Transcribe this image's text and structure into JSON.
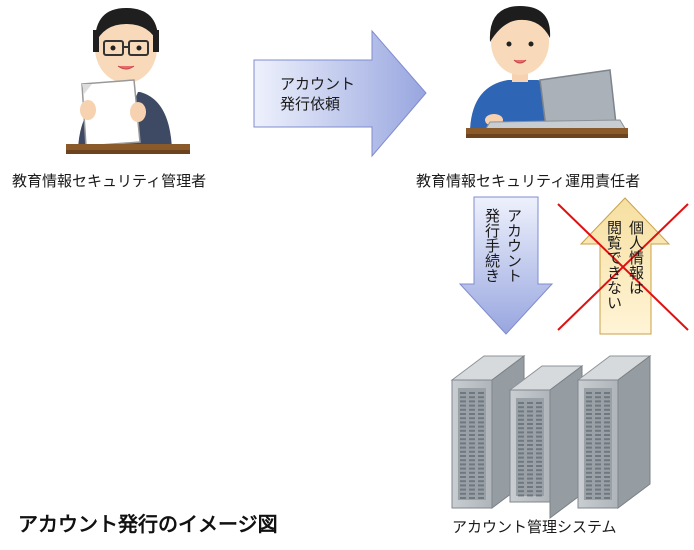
{
  "admin_label": "教育情報セキュリティ管理者",
  "operator_label": "教育情報セキュリティ運用責任者",
  "system_label": "アカウント管理システム",
  "request_arrow": {
    "line1": "アカウント",
    "line2": "発行依頼"
  },
  "procedure_arrow": {
    "col1": "アカウント",
    "col2": "発行手続き"
  },
  "no_view_arrow": {
    "col1": "個人情報は",
    "col2": "閲覧できない"
  },
  "diagram_title": "アカウント発行のイメージ図",
  "colors": {
    "arrow_blue_light": "#e8ecfa",
    "arrow_blue_dark": "#9aa8e0",
    "arrow_yellow": "#fbe8b8",
    "cross_red": "#e01010",
    "server_gray": "#b9bfc4"
  }
}
